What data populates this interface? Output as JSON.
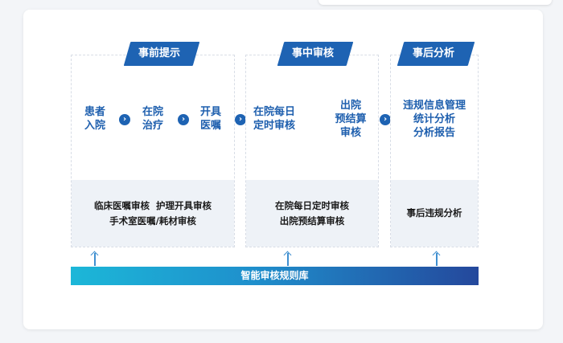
{
  "phases": [
    {
      "title": "事前提示",
      "steps": [
        [
          "患者",
          "入院"
        ],
        [
          "在院",
          "治疗"
        ],
        [
          "开具",
          "医嘱"
        ]
      ],
      "bottom": [
        "临床医嘱审核  护理开具审核",
        "手术室医嘱/耗材审核"
      ]
    },
    {
      "title": "事中审核",
      "steps": [
        [
          "在院每日",
          "定时审核"
        ],
        [
          "出院",
          "预结算",
          "审核"
        ]
      ],
      "bottom": [
        "在院每日定时审核",
        "出院预结算审核"
      ]
    },
    {
      "title": "事后分析",
      "steps": [
        [
          "违规信息管理",
          "统计分析",
          "分析报告"
        ]
      ],
      "bottom": [
        "事后违规分析"
      ]
    }
  ],
  "arrow_glyph": "›",
  "rule_library": "智能审核规则库",
  "colors": {
    "tab": "#1e63b3",
    "step_text": "#1e5fae",
    "panel_bottom": "#eef2f7",
    "bar_start": "#1cb7d8",
    "bar_end": "#24489c"
  }
}
